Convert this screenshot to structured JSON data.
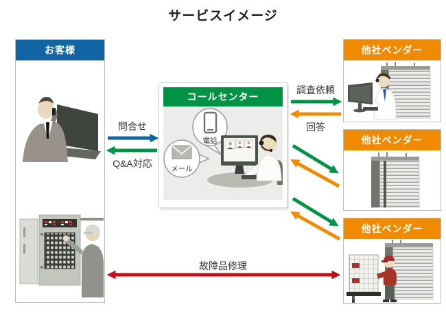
{
  "title": "サービスイメージ",
  "colors": {
    "blue": "#1165a4",
    "green": "#009245",
    "orange": "#f08a00",
    "red": "#bf111b",
    "box_border": "#bcbcbc",
    "call_center_body": "#ececea"
  },
  "customer": {
    "label": "お客様"
  },
  "call_center": {
    "label": "コールセンター",
    "phone_bubble_label": "電話",
    "mail_bubble_label": "メール"
  },
  "vendors": [
    {
      "label": "他社ベンダー"
    },
    {
      "label": "他社ベンダー"
    },
    {
      "label": "他社ベンダー"
    }
  ],
  "arrows": {
    "inquiry": {
      "label": "問合せ",
      "from": "customer",
      "to": "call_center",
      "color": "#1165a4"
    },
    "qa": {
      "label": "Q&A対応",
      "from": "call_center",
      "to": "customer",
      "color": "#009245"
    },
    "investigation": {
      "label": "調査依頼",
      "from": "call_center",
      "to": "vendor",
      "color": "#009245"
    },
    "answer": {
      "label": "回答",
      "from": "vendor",
      "to": "call_center",
      "color": "#f08a00"
    },
    "vendor2_request": {
      "label": "",
      "from": "call_center",
      "to": "vendor",
      "color": "#009245"
    },
    "vendor2_response": {
      "label": "",
      "from": "vendor",
      "to": "call_center",
      "color": "#f08a00"
    },
    "vendor3_request": {
      "label": "",
      "from": "call_center",
      "to": "vendor",
      "color": "#009245"
    },
    "vendor3_response": {
      "label": "",
      "from": "vendor",
      "to": "call_center",
      "color": "#f08a00"
    },
    "repair": {
      "label": "故障品修理",
      "from": "customer",
      "to": "vendor",
      "bidirectional": true,
      "color": "#bf111b"
    }
  },
  "icons": {
    "phone_bubble": "smartphone-icon",
    "mail_bubble": "envelope-icon"
  }
}
